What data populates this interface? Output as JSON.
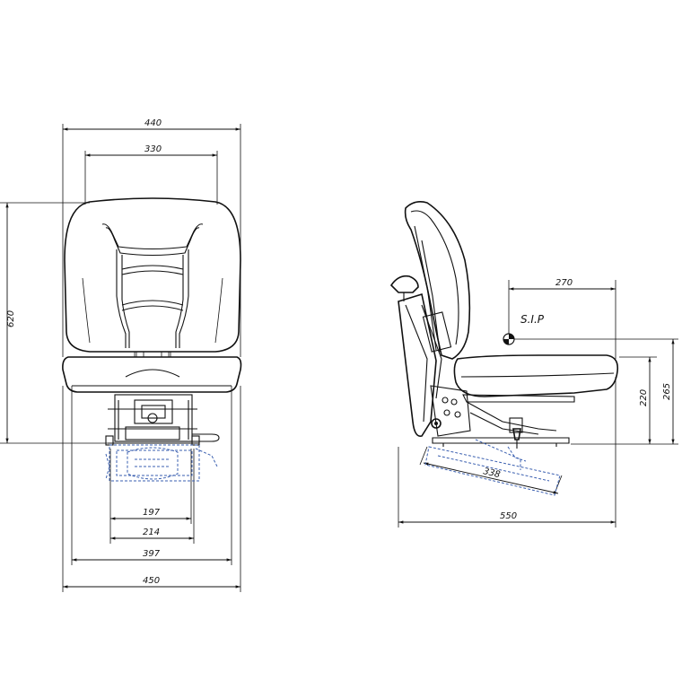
{
  "front_view": {
    "dim_overall_top": "440",
    "dim_backrest": "330",
    "dim_height": "620",
    "dim_base_197": "197",
    "dim_base_214": "214",
    "dim_base_397": "397",
    "dim_overall_bottom": "450"
  },
  "side_view": {
    "dim_sip_horizontal": "270",
    "sip_label": "S.I.P",
    "dim_220": "220",
    "dim_265": "265",
    "dim_338": "338",
    "dim_550": "550"
  }
}
